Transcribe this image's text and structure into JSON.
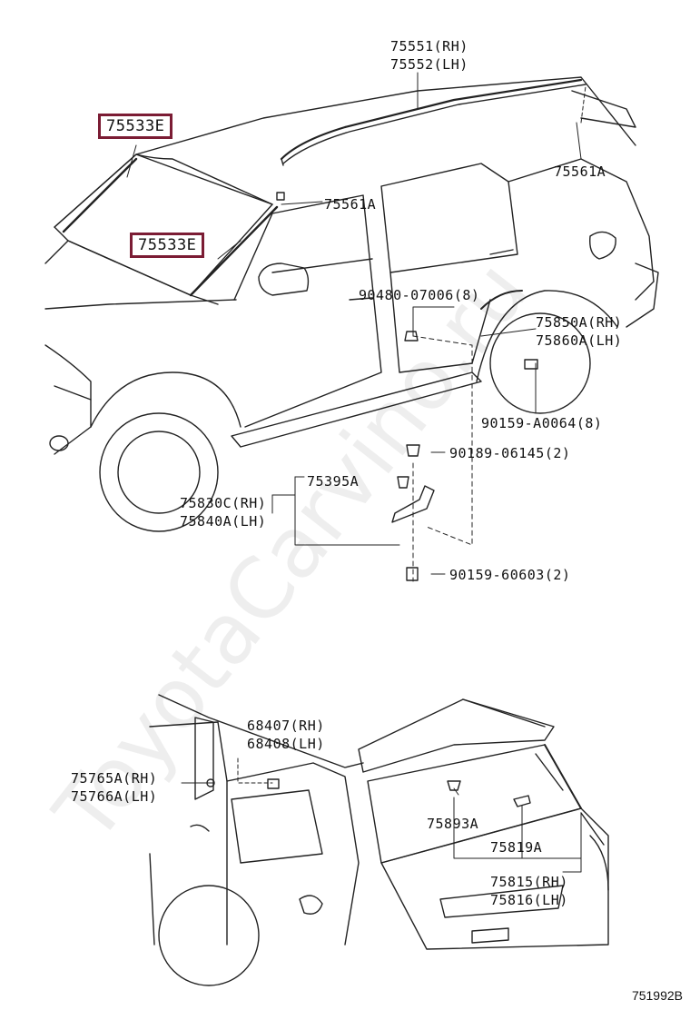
{
  "watermark": "ToyotaCarvino.ru",
  "diagram_code": "751992B",
  "labels": {
    "l75551": "75551(RH)",
    "l75552": "75552(LH)",
    "l75533e_top": "75533E",
    "l75533e_mid": "75533E",
    "l75561a_right": "75561A",
    "l75561a_center": "75561A",
    "l90480": "90480-07006(8)",
    "l75850a": "75850A(RH)",
    "l75860a": "75860A(LH)",
    "l90159a": "90159-A0064(8)",
    "l90189": "90189-06145(2)",
    "l75395a": "75395A",
    "l75830c": "75830C(RH)",
    "l75840a": "75840A(LH)",
    "l90159_6": "90159-60603(2)",
    "l68407": "68407(RH)",
    "l68408": "68408(LH)",
    "l75765a": "75765A(RH)",
    "l75766a": "75766A(LH)",
    "l75893a": "75893A",
    "l75819a": "75819A",
    "l75815": "75815(RH)",
    "l75816": "75816(LH)"
  },
  "colors": {
    "highlight": "#7b1c34",
    "line": "#222222"
  }
}
